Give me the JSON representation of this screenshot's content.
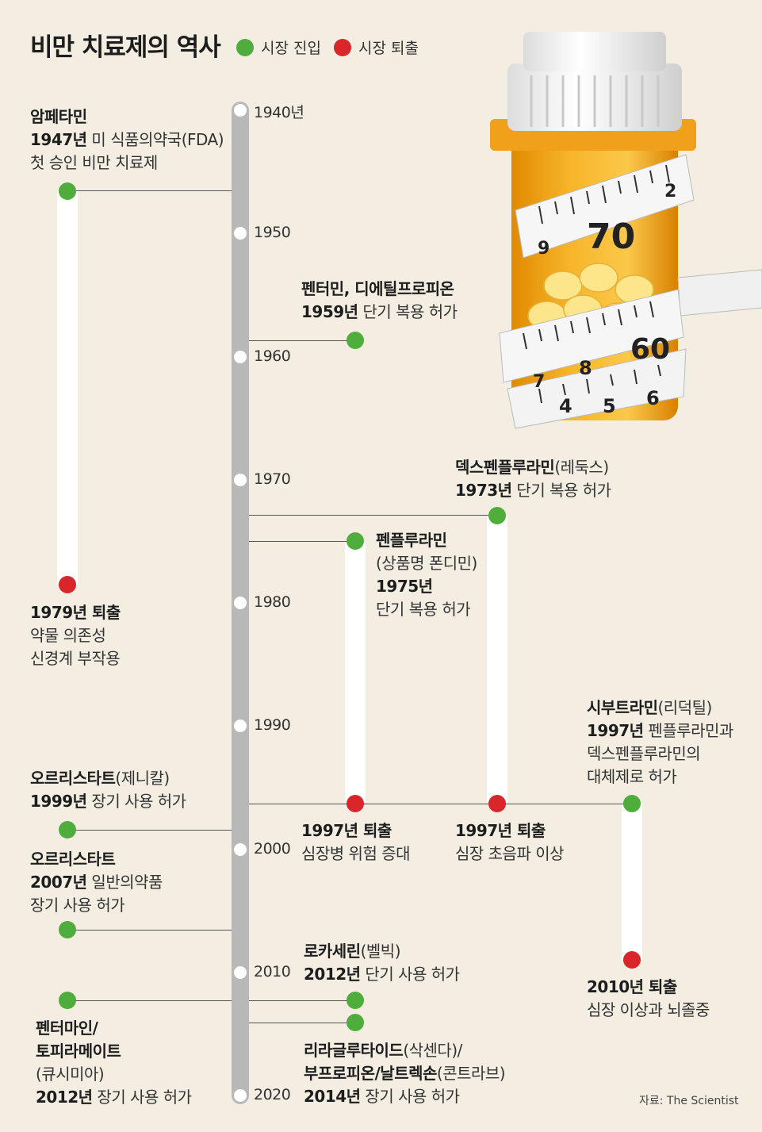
{
  "title": "비만 치료제의 역사",
  "legend": [
    {
      "label": "시장 진입",
      "color": "#4fad3c"
    },
    {
      "label": "시장 퇴출",
      "color": "#d8262b"
    }
  ],
  "years": [
    "1940년",
    "1950",
    "1960",
    "1970",
    "1980",
    "1990",
    "2000",
    "2010",
    "2020"
  ],
  "labels": {
    "amphetamine": {
      "l1": "암페타민",
      "l2b": "1947년",
      "l2": " 미 식품의약국(FDA)",
      "l3": "첫 승인 비만 치료제"
    },
    "amphetamine_exit": {
      "l1": "1979년 퇴출",
      "l2": "약물 의존성",
      "l3": "신경계 부작용"
    },
    "phentermine": {
      "l1": "펜터민, 디에틸프로피온",
      "l2b": "1959년",
      "l2": " 단기 복용 허가"
    },
    "dexfen": {
      "l1": "덱스펜플루라민",
      "l1n": "(레둑스)",
      "l2b": "1973년",
      "l2": " 단기 복용 허가"
    },
    "fenfluramine": {
      "l1": "펜플루라민",
      "l2": "(상품명 폰디민)",
      "l3": "1975년",
      "l4": "단기 복용 허가"
    },
    "fen_exit": {
      "l1": "1997년 퇴출",
      "l2": "심장병 위험 증대"
    },
    "dexfen_exit": {
      "l1": "1997년 퇴출",
      "l2": "심장 초음파 이상"
    },
    "sibutramine": {
      "l1": "시부트라민",
      "l1n": "(리덕틸)",
      "l2b": "1997년",
      "l2": " 펜플루라민과",
      "l3": "덱스펜플루라민의",
      "l4": "대체제로 허가"
    },
    "sibutramine_exit": {
      "l1": "2010년 퇴출",
      "l2": "심장 이상과 뇌졸중"
    },
    "orlistat": {
      "l1": "오르리스타트",
      "l1n": "(제니칼)",
      "l2b": "1999년",
      "l2": " 장기 사용 허가"
    },
    "orlistat_otc": {
      "l1": "오르리스타트",
      "l2b": "2007년",
      "l2": " 일반의약품",
      "l3": "장기 사용 허가"
    },
    "lorcaserin": {
      "l1": "로카세린",
      "l1n": "(벨빅)",
      "l2b": "2012년",
      "l2": " 단기 사용 허가"
    },
    "qsymia": {
      "l1": "펜터마인/",
      "l2": "토피라메이트",
      "l3": "(큐시미아)",
      "l4b": "2012년",
      "l4": " 장기 사용 허가"
    },
    "contrave": {
      "l1": "리라글루타이드",
      "l1n": "(삭센다)/",
      "l2": "부프로피온/날트렉손",
      "l2n": "(콘트라브)",
      "l3b": "2014년",
      "l3": " 장기 사용 허가"
    }
  },
  "source": "자료: The Scientist",
  "illustration": {
    "tape_numbers": [
      "70",
      "60",
      "9",
      "8",
      "7",
      "6",
      "5",
      "4",
      "2"
    ]
  }
}
